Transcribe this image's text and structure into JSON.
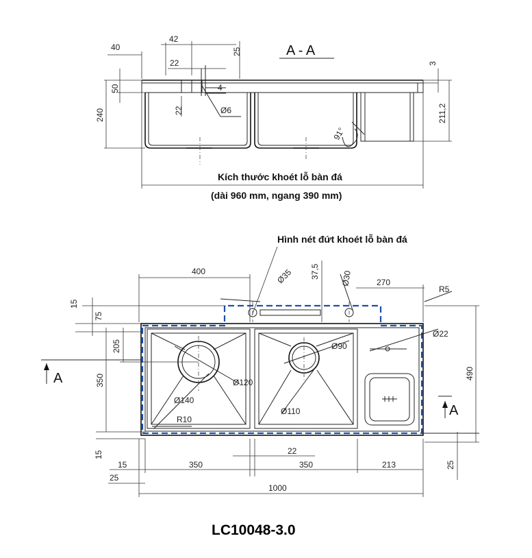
{
  "section_title": "A - A",
  "section_label": "A",
  "top_view": {
    "dims": {
      "d40": "40",
      "d42": "42",
      "d25": "25",
      "d22a": "22",
      "d50": "50",
      "d240": "240",
      "d22b": "22",
      "d4": "4",
      "d6": "Ø6",
      "d3": "3",
      "d211": "211,2",
      "d91": "91°"
    },
    "note_line1": "Kích thước khoét lỗ bàn đá",
    "note_line2": "(dài 960 mm, ngang 390 mm)"
  },
  "plan_view": {
    "note": "Hình nét đứt khoét lỗ bàn đá",
    "dims": {
      "d400": "400",
      "d35": "Ø35",
      "d37": "37,5",
      "d30": "Ø30",
      "d270": "270",
      "r5": "R5",
      "d15a": "15",
      "d75": "75",
      "d205": "205",
      "d350v": "350",
      "d15b": "15",
      "d490": "490",
      "d120": "Ø120",
      "d140": "Ø140",
      "r10": "R10",
      "d90": "Ø90",
      "d110": "Ø110",
      "d22c": "Ø22",
      "d22gap": "22",
      "d25b": "25",
      "d15c": "15",
      "d25c": "25",
      "d350a": "350",
      "d350b": "350",
      "d213": "213",
      "d1000": "1000"
    }
  },
  "model_code": "LC10048-3.0"
}
